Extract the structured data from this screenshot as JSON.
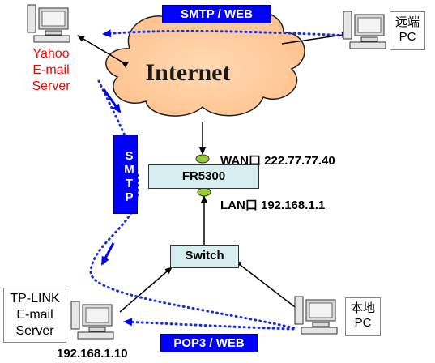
{
  "labels": {
    "smtp_web": "SMTP / WEB",
    "remote_pc_line1": "远端",
    "remote_pc_line2": "PC",
    "yahoo_line1": "Yahoo",
    "yahoo_line2": "E-mail",
    "yahoo_line3": "Server",
    "internet": "Internet",
    "smtp_vertical": "SMTP",
    "wan": "WAN口 222.77.77.40",
    "router": "FR5300",
    "lan": "LAN口 192.168.1.1",
    "switch": "Switch",
    "tplink_line1": "TP-LINK",
    "tplink_line2": "E-mail",
    "tplink_line3": "Server",
    "local_pc_line1": "本地",
    "local_pc_line2": "PC",
    "pop3_web": "POP3 / WEB",
    "tplink_ip": "192.168.1.10"
  },
  "colors": {
    "accent_blue": "#0000ff",
    "yahoo_red": "#ff0000",
    "cloud_fill": "#ffcc99",
    "router_fill": "#d7eef0",
    "port_green": "#99cc33"
  },
  "icons": {
    "computer": "computer-icon",
    "cloud": "cloud-icon",
    "port": "port-icon"
  }
}
